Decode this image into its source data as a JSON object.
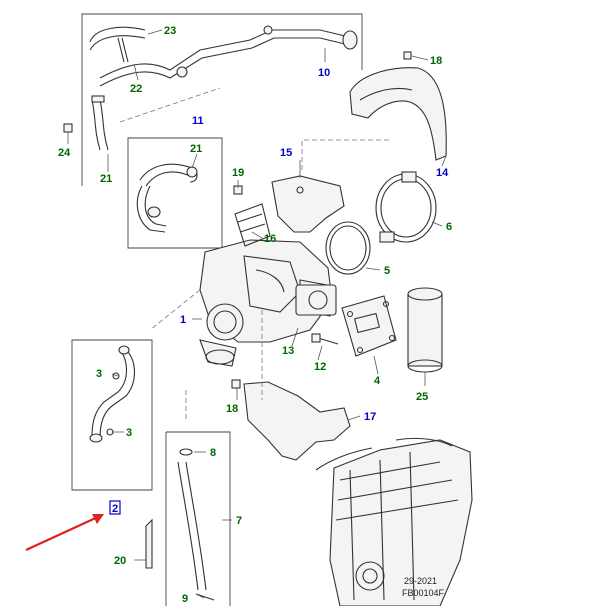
{
  "callouts": {
    "c1": "1",
    "c2": "2",
    "c3a": "3",
    "c3b": "3",
    "c4": "4",
    "c5": "5",
    "c6": "6",
    "c7": "7",
    "c8": "8",
    "c9": "9",
    "c10": "10",
    "c11": "11",
    "c12": "12",
    "c13": "13",
    "c14": "14",
    "c15": "15",
    "c16": "16",
    "c17": "17",
    "c18a": "18",
    "c18b": "18",
    "c19": "19",
    "c20": "20",
    "c21a": "21",
    "c21b": "21",
    "c22": "22",
    "c23": "23",
    "c24": "24",
    "c25": "25"
  },
  "footer": {
    "date": "29-2021",
    "code": "FB00104F"
  },
  "colors": {
    "blue_callout": "#0000cc",
    "green_callout": "#006600",
    "highlight_arrow": "#e02020",
    "selection_box": "#0000cc"
  },
  "selected_callout": "2"
}
